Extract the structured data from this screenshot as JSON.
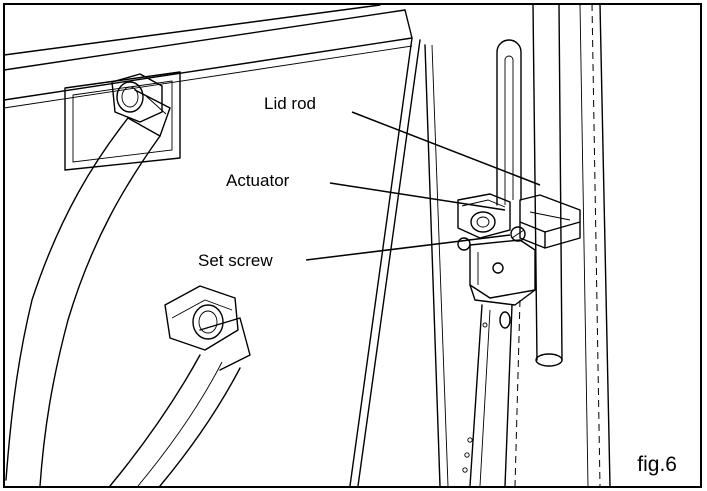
{
  "figure": {
    "label": "fig.6",
    "callouts": {
      "lid_rod": "Lid rod",
      "actuator": "Actuator",
      "set_screw": "Set screw"
    }
  },
  "colors": {
    "ink": "#000000",
    "paper": "#ffffff"
  }
}
